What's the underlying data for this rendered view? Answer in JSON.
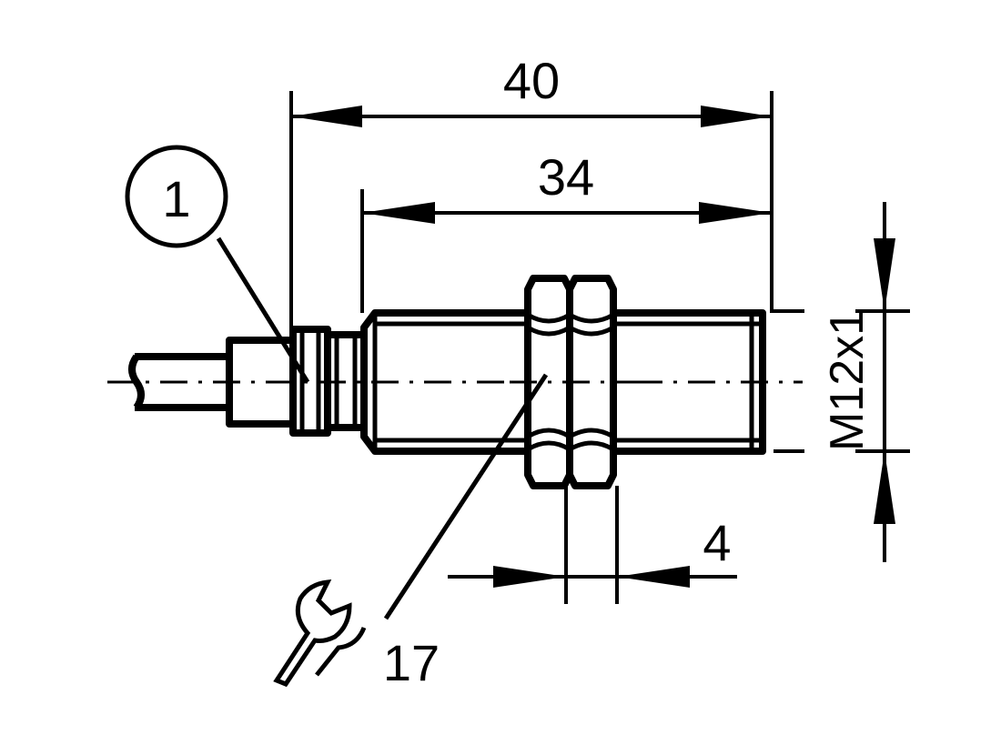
{
  "dimensions": {
    "overall_length": "40",
    "thread_length": "34",
    "nut_thickness": "4",
    "thread_spec": "M12x1",
    "wrench_size": "17"
  },
  "callout": {
    "number": "1"
  },
  "icons": {
    "wrench": "wrench-icon"
  }
}
